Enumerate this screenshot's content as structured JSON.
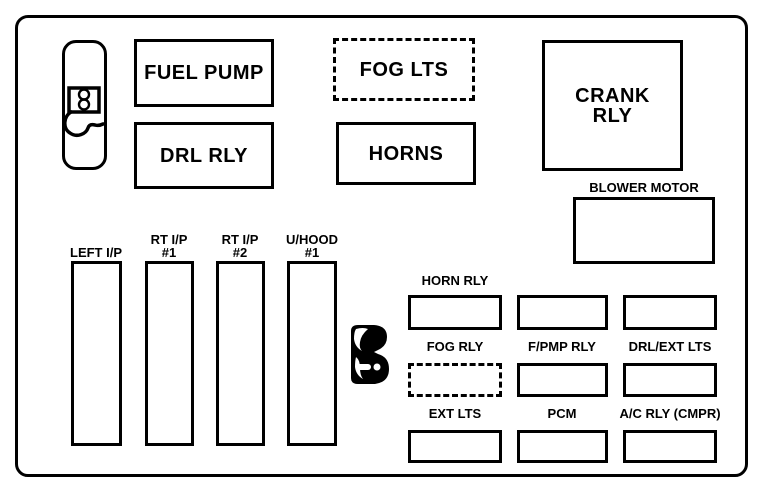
{
  "colors": {
    "background": "#ffffff",
    "line": "#000000"
  },
  "top_section": {
    "fuel_pump_label": "FUEL PUMP",
    "drl_rly_label": "DRL RLY",
    "fog_lts_label": "FOG LTS",
    "horns_label": "HORNS",
    "crank_rly_line1": "CRANK",
    "crank_rly_line2": "RLY",
    "blower_motor_label": "BLOWER MOTOR"
  },
  "ip_connectors": [
    {
      "line1": "LEFT I/P",
      "line2": ""
    },
    {
      "line1": "RT I/P",
      "line2": "#1"
    },
    {
      "line1": "RT I/P",
      "line2": "#2"
    },
    {
      "line1": "U/HOOD",
      "line2": "#1"
    }
  ],
  "relay_grid": {
    "row1": [
      {
        "label": "HORN RLY",
        "box_style": "solid"
      },
      {
        "label": "",
        "box_style": "solid"
      },
      {
        "label": "",
        "box_style": "solid"
      }
    ],
    "row2": [
      {
        "label": "FOG RLY",
        "box_style": "dashed"
      },
      {
        "label": "F/PMP RLY",
        "box_style": "solid"
      },
      {
        "label": "DRL/EXT LTS",
        "box_style": "solid"
      }
    ],
    "row3": [
      {
        "label": "EXT LTS",
        "box_style": "solid"
      },
      {
        "label": "PCM",
        "box_style": "solid"
      },
      {
        "label": "A/C RLY (CMPR)",
        "box_style": "solid"
      }
    ]
  },
  "icons": {
    "fuse_puller_front": "fuse-puller-front-icon",
    "fuse_puller_side": "fuse-puller-side-icon"
  }
}
